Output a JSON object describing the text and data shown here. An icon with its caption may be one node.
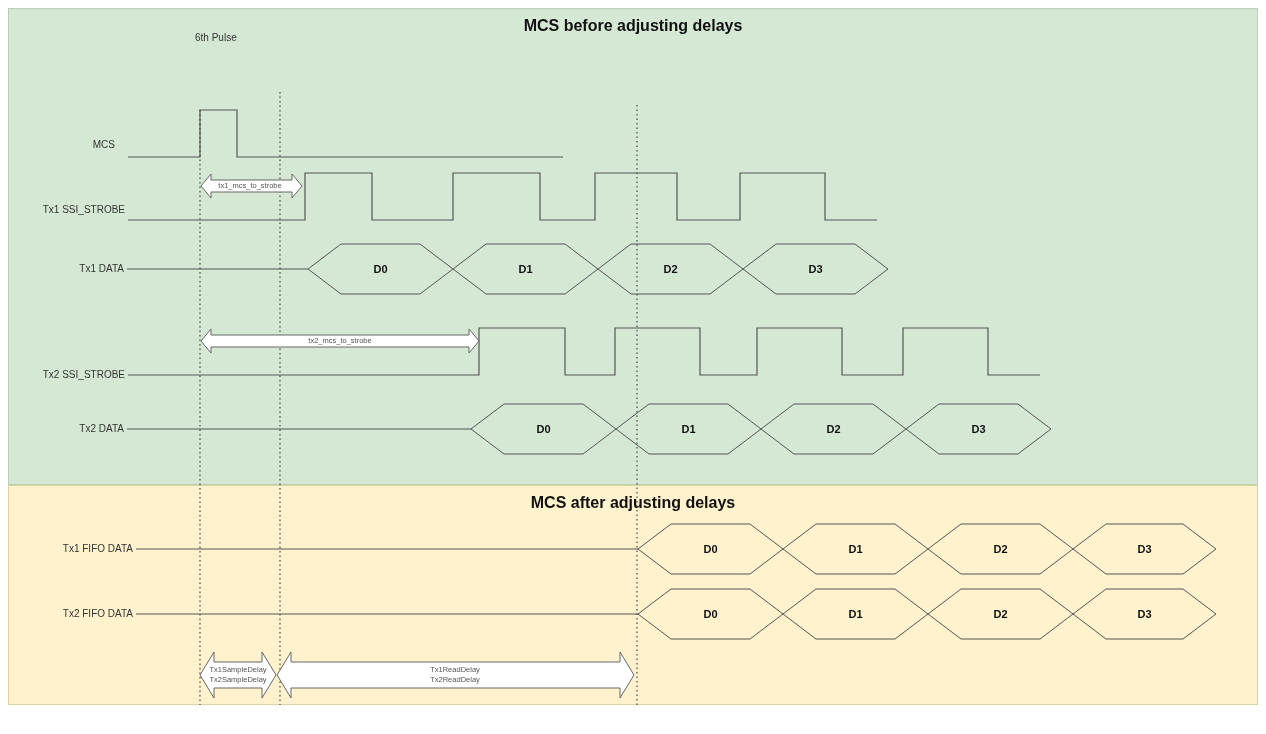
{
  "diagram": {
    "nodes": [
      {
        "text": [
          "MCS before adjusting delays"
        ]
      },
      {
        "text": [
          "Tx1 DATA"
        ],
        "in": 0
      },
      {
        "text": [
          "D0"
        ],
        "in": 0
      },
      {
        "text": [
          "D1"
        ],
        "in": 0
      },
      {
        "text": [
          "D2"
        ],
        "in": 0
      },
      {
        "text": [
          "D3"
        ],
        "in": 0
      },
      {
        "text": [
          "Tx2 DATA"
        ],
        "in": 0
      },
      {
        "text": [
          "D0"
        ],
        "in": 0
      },
      {
        "text": [
          "D1"
        ],
        "in": 0
      },
      {
        "text": [
          "D2"
        ],
        "in": 0
      },
      {
        "text": [
          "D3"
        ],
        "in": 0
      },
      {
        "text": [
          "MCS after adjusting delays"
        ]
      },
      {
        "text": [
          "Tx1 FIFO DATA"
        ],
        "in": 11
      },
      {
        "text": [
          "D0"
        ],
        "in": 11
      },
      {
        "text": [
          "D1"
        ],
        "in": 11
      },
      {
        "text": [
          "D2"
        ],
        "in": 11
      },
      {
        "text": [
          "D3"
        ],
        "in": 11
      },
      {
        "text": [
          "Tx2 FIFO DATA"
        ],
        "in": 11
      },
      {
        "text": [
          "D0"
        ],
        "in": 11
      },
      {
        "text": [
          "D1"
        ],
        "in": 11
      },
      {
        "text": [
          "D2"
        ],
        "in": 11
      },
      {
        "text": [
          "D3"
        ],
        "in": 11
      }
    ],
    "edges": [
      {
        "from": 1,
        "to": 2,
        "arrow": "none"
      },
      {
        "from": 6,
        "to": 7,
        "arrow": "none"
      },
      {
        "from": 12,
        "to": 13,
        "arrow": "none"
      },
      {
        "from": 17,
        "to": 18,
        "arrow": "none"
      }
    ],
    "labels": [
      "6th Pulse",
      "MCS",
      "tx1_mcs_to_strobe",
      "Tx1 SSI_STROBE",
      "tx2_mcs_to_strobe",
      "Tx2 SSI_STROBE",
      "Tx1SampleDelay",
      "Tx2SampleDelay",
      "Tx1ReadDelay",
      "Tx2ReadDelay"
    ]
  }
}
